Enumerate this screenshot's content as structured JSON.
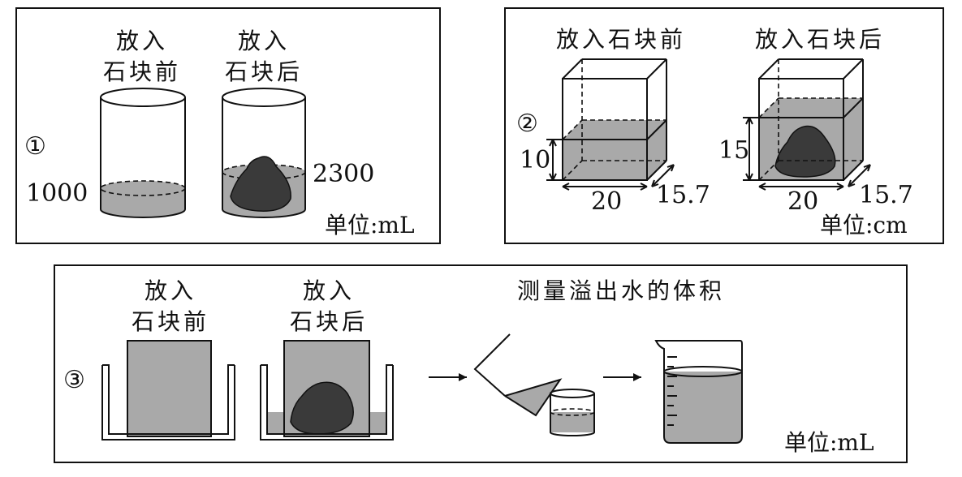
{
  "panel1": {
    "index": "①",
    "before": [
      "放入",
      "石块前"
    ],
    "after": [
      "放入",
      "石块后"
    ],
    "value_before": "1000",
    "value_after": "2300",
    "unit": "单位:mL"
  },
  "panel2": {
    "index": "②",
    "before": "放入石块前",
    "after": "放入石块后",
    "height_before": "10",
    "height_after": "15",
    "width_before": "20",
    "width_after": "20",
    "depth_before": "15.7",
    "depth_after": "15.7",
    "unit": "单位:cm"
  },
  "panel3": {
    "index": "③",
    "before": [
      "放入",
      "石块前"
    ],
    "after": [
      "放入",
      "石块后"
    ],
    "measure": "测量溢出水的体积",
    "arrow1": "→",
    "arrow2": "→",
    "unit": "单位:mL"
  }
}
